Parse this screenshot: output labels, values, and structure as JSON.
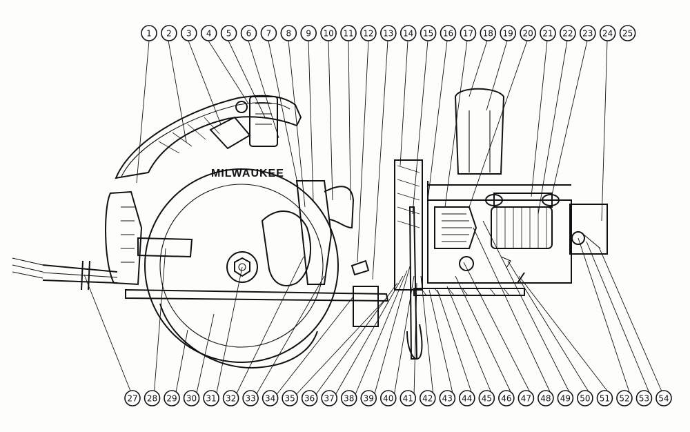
{
  "diagram": {
    "brand_label": "MILWAUKEE",
    "top_callouts": [
      "1",
      "2",
      "3",
      "4",
      "5",
      "6",
      "7",
      "8",
      "9",
      "10",
      "11",
      "12",
      "13",
      "14",
      "15",
      "16",
      "17",
      "18",
      "19",
      "20",
      "21",
      "22",
      "23",
      "24",
      "25"
    ],
    "bottom_callouts": [
      "27",
      "28",
      "29",
      "30",
      "31",
      "32",
      "33",
      "34",
      "35",
      "36",
      "37",
      "38",
      "39",
      "40",
      "41",
      "42",
      "43",
      "44",
      "45",
      "46",
      "47",
      "48",
      "49",
      "50",
      "51",
      "52",
      "53",
      "54"
    ]
  }
}
